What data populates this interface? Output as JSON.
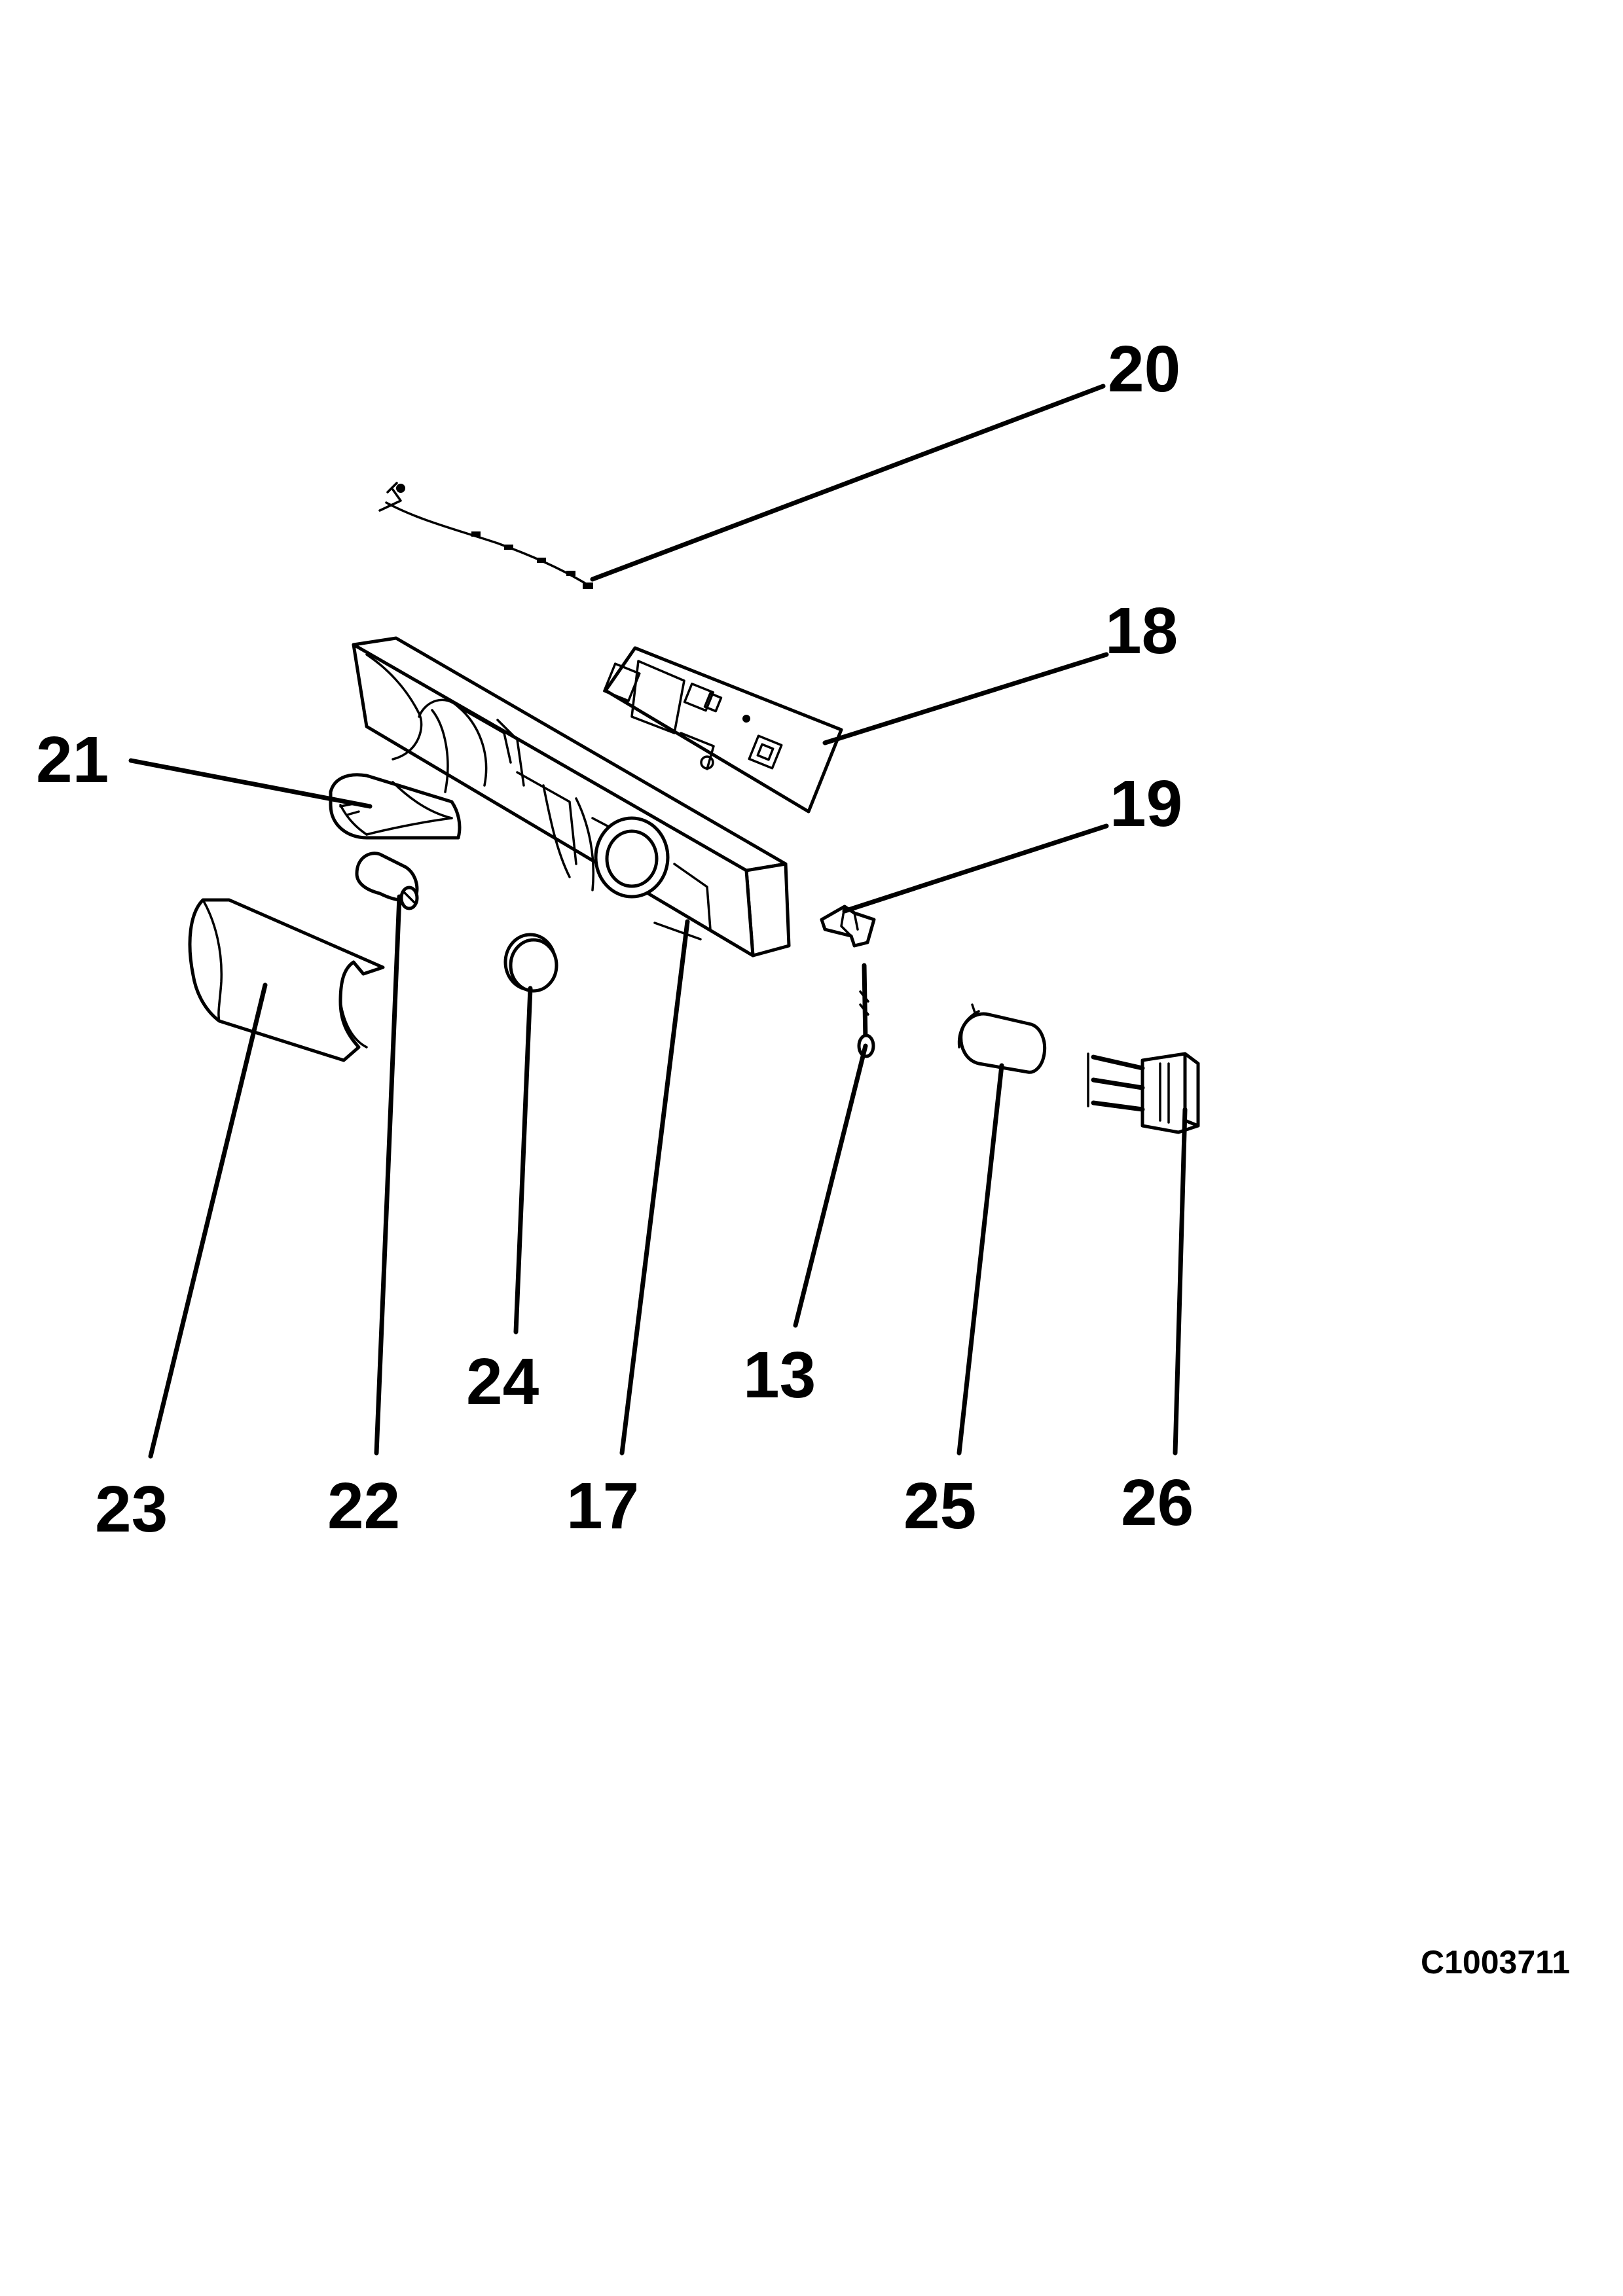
{
  "labels": {
    "p20": "20",
    "p18": "18",
    "p21": "21",
    "p19": "19",
    "p23": "23",
    "p22": "22",
    "p24": "24",
    "p17": "17",
    "p13": "13",
    "p25": "25",
    "p26": "26"
  },
  "drawing_code": "C1003711"
}
